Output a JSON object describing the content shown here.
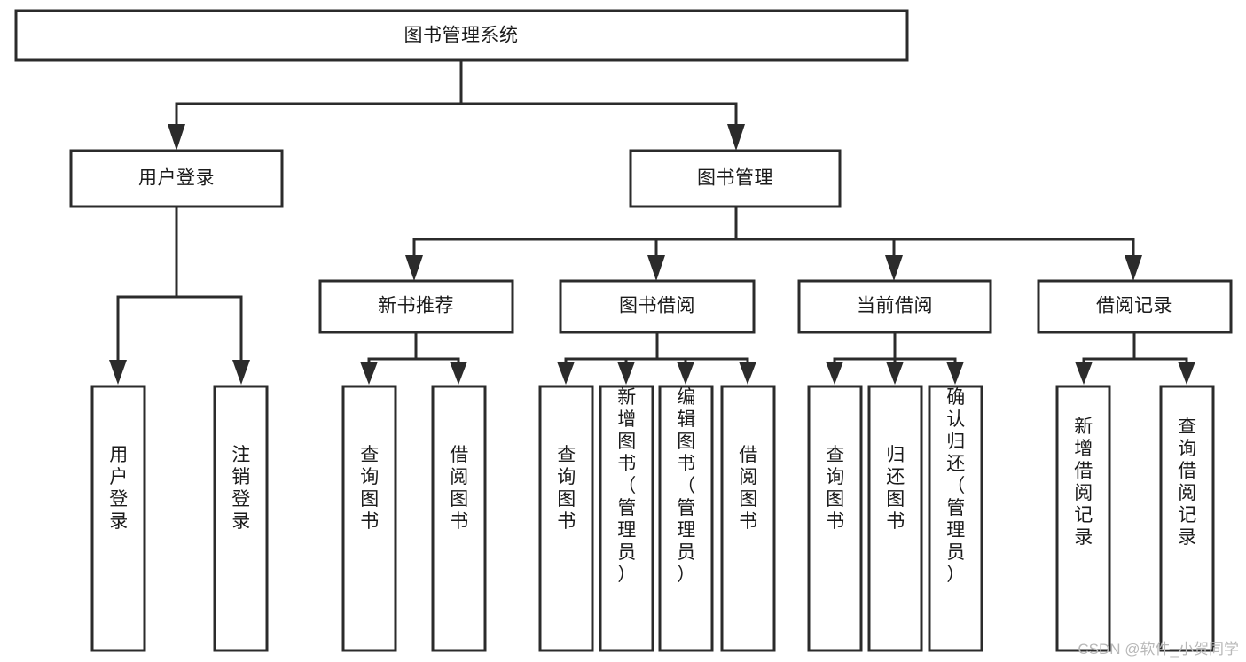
{
  "diagram": {
    "type": "hierarchy-tree",
    "title": "图书管理系统",
    "watermark": "CSDN @软件_小贺同学",
    "levels": [
      {
        "level": 1,
        "nodes": [
          {
            "id": "root",
            "label": "图书管理系统",
            "orientation": "horizontal"
          }
        ]
      },
      {
        "level": 2,
        "nodes": [
          {
            "id": "login",
            "label": "用户登录",
            "orientation": "horizontal",
            "parent": "root"
          },
          {
            "id": "bookmgmt",
            "label": "图书管理",
            "orientation": "horizontal",
            "parent": "root"
          }
        ]
      },
      {
        "level": 3,
        "nodes": [
          {
            "id": "newbook",
            "label": "新书推荐",
            "orientation": "horizontal",
            "parent": "bookmgmt"
          },
          {
            "id": "borrow",
            "label": "图书借阅",
            "orientation": "horizontal",
            "parent": "bookmgmt"
          },
          {
            "id": "current",
            "label": "当前借阅",
            "orientation": "horizontal",
            "parent": "bookmgmt"
          },
          {
            "id": "records",
            "label": "借阅记录",
            "orientation": "horizontal",
            "parent": "bookmgmt"
          }
        ]
      },
      {
        "level": 4,
        "nodes": [
          {
            "id": "leaf1",
            "label": "用户登录",
            "orientation": "vertical",
            "parent": "login"
          },
          {
            "id": "leaf2",
            "label": "注销登录",
            "orientation": "vertical",
            "parent": "login"
          },
          {
            "id": "leaf3",
            "label": "查询图书",
            "orientation": "vertical",
            "parent": "newbook"
          },
          {
            "id": "leaf4",
            "label": "借阅图书",
            "orientation": "vertical",
            "parent": "newbook"
          },
          {
            "id": "leaf5",
            "label": "查询图书",
            "orientation": "vertical",
            "parent": "borrow"
          },
          {
            "id": "leaf6",
            "label": "新增图书（管理员）",
            "orientation": "vertical",
            "parent": "borrow"
          },
          {
            "id": "leaf7",
            "label": "编辑图书（管理员）",
            "orientation": "vertical",
            "parent": "borrow"
          },
          {
            "id": "leaf8",
            "label": "借阅图书",
            "orientation": "vertical",
            "parent": "borrow"
          },
          {
            "id": "leaf9",
            "label": "查询图书",
            "orientation": "vertical",
            "parent": "current"
          },
          {
            "id": "leaf10",
            "label": "归还图书",
            "orientation": "vertical",
            "parent": "current"
          },
          {
            "id": "leaf11",
            "label": "确认归还（管理员）",
            "orientation": "vertical",
            "parent": "current"
          },
          {
            "id": "leaf12",
            "label": "新增借阅记录",
            "orientation": "vertical",
            "parent": "records"
          },
          {
            "id": "leaf13",
            "label": "查询借阅记录",
            "orientation": "vertical",
            "parent": "records"
          }
        ]
      }
    ],
    "colors": {
      "box_fill": "#ffffff",
      "box_stroke": "#2b2b2b",
      "text": "#1b1b1b",
      "connector": "#2b2b2b",
      "watermark": "#b8b8b8",
      "background": "#ffffff"
    }
  }
}
